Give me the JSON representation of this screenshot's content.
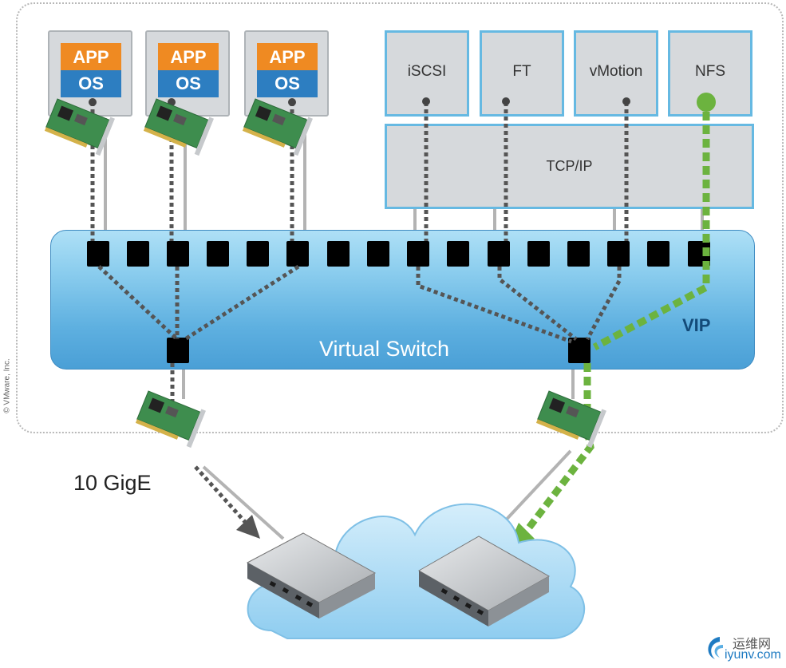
{
  "vms": [
    {
      "app": "APP",
      "os": "OS"
    },
    {
      "app": "APP",
      "os": "OS"
    },
    {
      "app": "APP",
      "os": "OS"
    }
  ],
  "services": [
    "iSCSI",
    "FT",
    "vMotion",
    "NFS"
  ],
  "tcpip": "TCP/IP",
  "switch_label": "Virtual Switch",
  "vip_label": "VIP",
  "link_label": "10 GigE",
  "copyright": "© VMware, Inc.",
  "watermark": {
    "cn": "运维网",
    "en": "iyunv.com"
  },
  "colors": {
    "app": "#ef8a22",
    "os": "#2d7ec1",
    "switch": "#5eb0e0",
    "service_border": "#66b9e2",
    "active_path": "#6cb33f",
    "dotted_path": "#555555",
    "link_line": "#b3b3b3"
  },
  "ports_count": 16
}
